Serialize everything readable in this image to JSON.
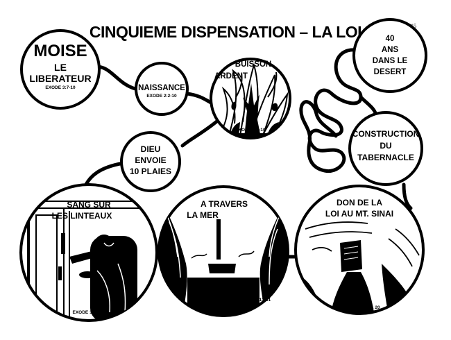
{
  "page_number": "15",
  "title": "CINQUIEME DISPENSATION – LA LOI",
  "nodes": {
    "moise": {
      "name": "MOISE",
      "line2": "LE",
      "line3": "LIBERATEUR",
      "ref": "EXODE 3:7-10"
    },
    "naissance": {
      "label": "NAISSANCE",
      "ref": "EXODE 2:2-10"
    },
    "buisson": {
      "line1": "BUISSON",
      "line2": "ARDENT",
      "ref": "EXODE 3:1-10"
    },
    "quarante": {
      "line1": "40",
      "line2": "ANS",
      "line3": "DANS LE",
      "line4": "DESERT"
    },
    "construction": {
      "line1": "CONSTRUCTION",
      "line2": "DU",
      "line3": "TABERNACLE"
    },
    "dieu": {
      "line1": "DIEU",
      "line2": "ENVOIE",
      "line3": "10 PLAIES"
    },
    "sang": {
      "line1": "SANG SUR",
      "line2": "LES LINTEAUX",
      "ref": "EXODE 12:1-36"
    },
    "mer": {
      "line1": "A TRAVERS",
      "line2": "LA MER",
      "ref": "EXODE 14:13-31"
    },
    "loi": {
      "line1": "DON DE LA",
      "line2": "LOI AU MT. SINAI",
      "ref": "EXODE 19 & 20"
    }
  },
  "icons": [
    "burning-bush-illustration",
    "passover-door-illustration",
    "red-sea-illustration",
    "sinai-tablets-illustration"
  ],
  "colors": {
    "ink": "#000000",
    "paper": "#ffffff"
  }
}
